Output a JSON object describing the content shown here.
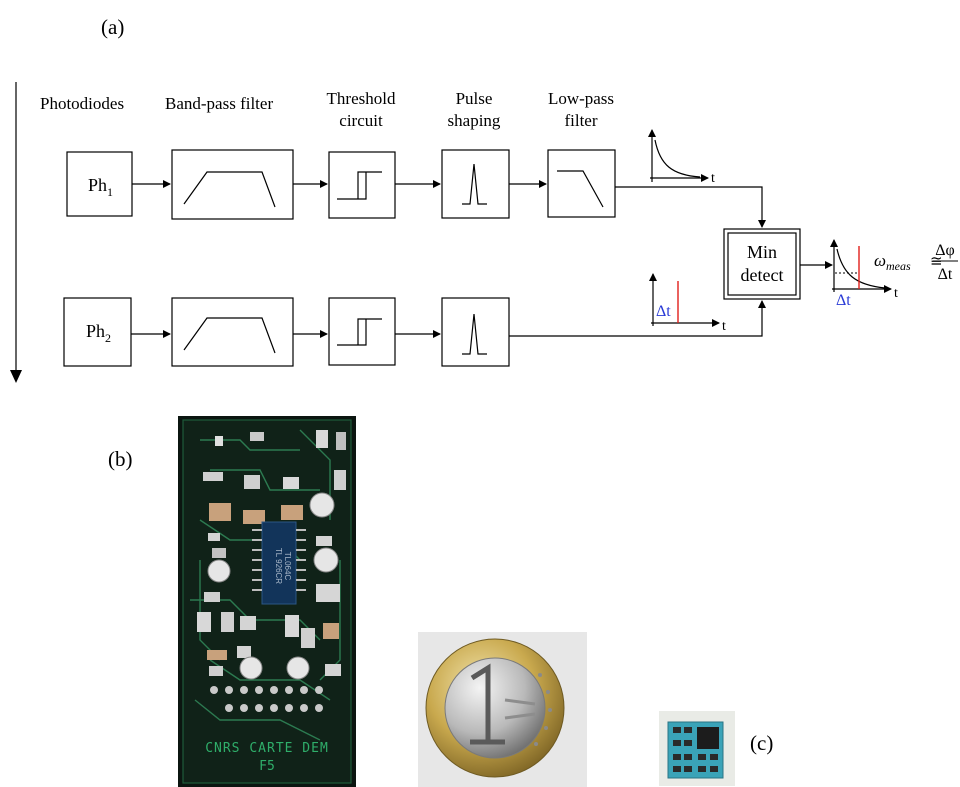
{
  "panel_labels": {
    "a": "(a)",
    "b": "(b)",
    "c": "(c)"
  },
  "headers": {
    "photodiodes": "Photodiodes",
    "bandpass": "Band-pass filter",
    "threshold_line1": "Threshold",
    "threshold_line2": "circuit",
    "pulse_line1": "Pulse",
    "pulse_line2": "shaping",
    "lowpass_line1": "Low-pass",
    "lowpass_line2": "filter"
  },
  "blocks": {
    "ph1_main": "Ph",
    "ph1_sub": "1",
    "ph2_main": "Ph",
    "ph2_sub": "2",
    "min_line1": "Min",
    "min_line2": "detect"
  },
  "plots": {
    "t_label": "t",
    "delta_t": "Δt"
  },
  "formula": {
    "omega": "ω",
    "omega_sub": "meas",
    "approx": "≅",
    "numerator": "Δφ",
    "denominator": "Δt"
  },
  "board": {
    "silkscreen_line1": "CNRS CARTE DEM",
    "silkscreen_line2": "F5",
    "chip_line1": "TL 926CR",
    "chip_line2": "TL064C"
  },
  "colors": {
    "red_marker": "#e0201b",
    "blue_label": "#2a3bd6",
    "pcb_green": "#0b1510",
    "silkscreen": "#2fae6a"
  }
}
